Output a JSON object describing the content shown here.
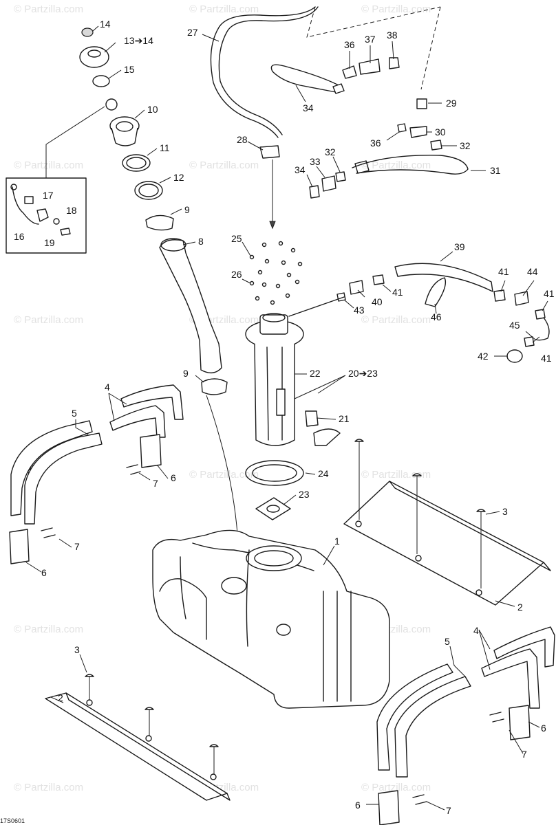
{
  "diagram": {
    "callouts": [
      {
        "label": "14"
      },
      {
        "label": "13➔14"
      },
      {
        "label": "15"
      },
      {
        "label": "10"
      },
      {
        "label": "11"
      },
      {
        "label": "12"
      },
      {
        "label": "9"
      },
      {
        "label": "8"
      },
      {
        "label": "17"
      },
      {
        "label": "18"
      },
      {
        "label": "16"
      },
      {
        "label": "19"
      },
      {
        "label": "27"
      },
      {
        "label": "36"
      },
      {
        "label": "37"
      },
      {
        "label": "38"
      },
      {
        "label": "34"
      },
      {
        "label": "29"
      },
      {
        "label": "30"
      },
      {
        "label": "36"
      },
      {
        "label": "32"
      },
      {
        "label": "28"
      },
      {
        "label": "32"
      },
      {
        "label": "33"
      },
      {
        "label": "34"
      },
      {
        "label": "31"
      },
      {
        "label": "25"
      },
      {
        "label": "26"
      },
      {
        "label": "39"
      },
      {
        "label": "41"
      },
      {
        "label": "44"
      },
      {
        "label": "41"
      },
      {
        "label": "40"
      },
      {
        "label": "43"
      },
      {
        "label": "46"
      },
      {
        "label": "45"
      },
      {
        "label": "41"
      },
      {
        "label": "42"
      },
      {
        "label": "41"
      },
      {
        "label": "22"
      },
      {
        "label": "20➔23"
      },
      {
        "label": "21"
      },
      {
        "label": "9"
      },
      {
        "label": "4"
      },
      {
        "label": "5"
      },
      {
        "label": "24"
      },
      {
        "label": "23"
      },
      {
        "label": "6"
      },
      {
        "label": "7"
      },
      {
        "label": "7"
      },
      {
        "label": "6"
      },
      {
        "label": "1"
      },
      {
        "label": "3"
      },
      {
        "label": "2"
      },
      {
        "label": "3"
      },
      {
        "label": "2"
      },
      {
        "label": "4"
      },
      {
        "label": "5"
      },
      {
        "label": "7"
      },
      {
        "label": "6"
      },
      {
        "label": "6"
      },
      {
        "label": "7"
      }
    ],
    "watermark": "© Partzilla.com",
    "drawing_code": "17S0601"
  }
}
